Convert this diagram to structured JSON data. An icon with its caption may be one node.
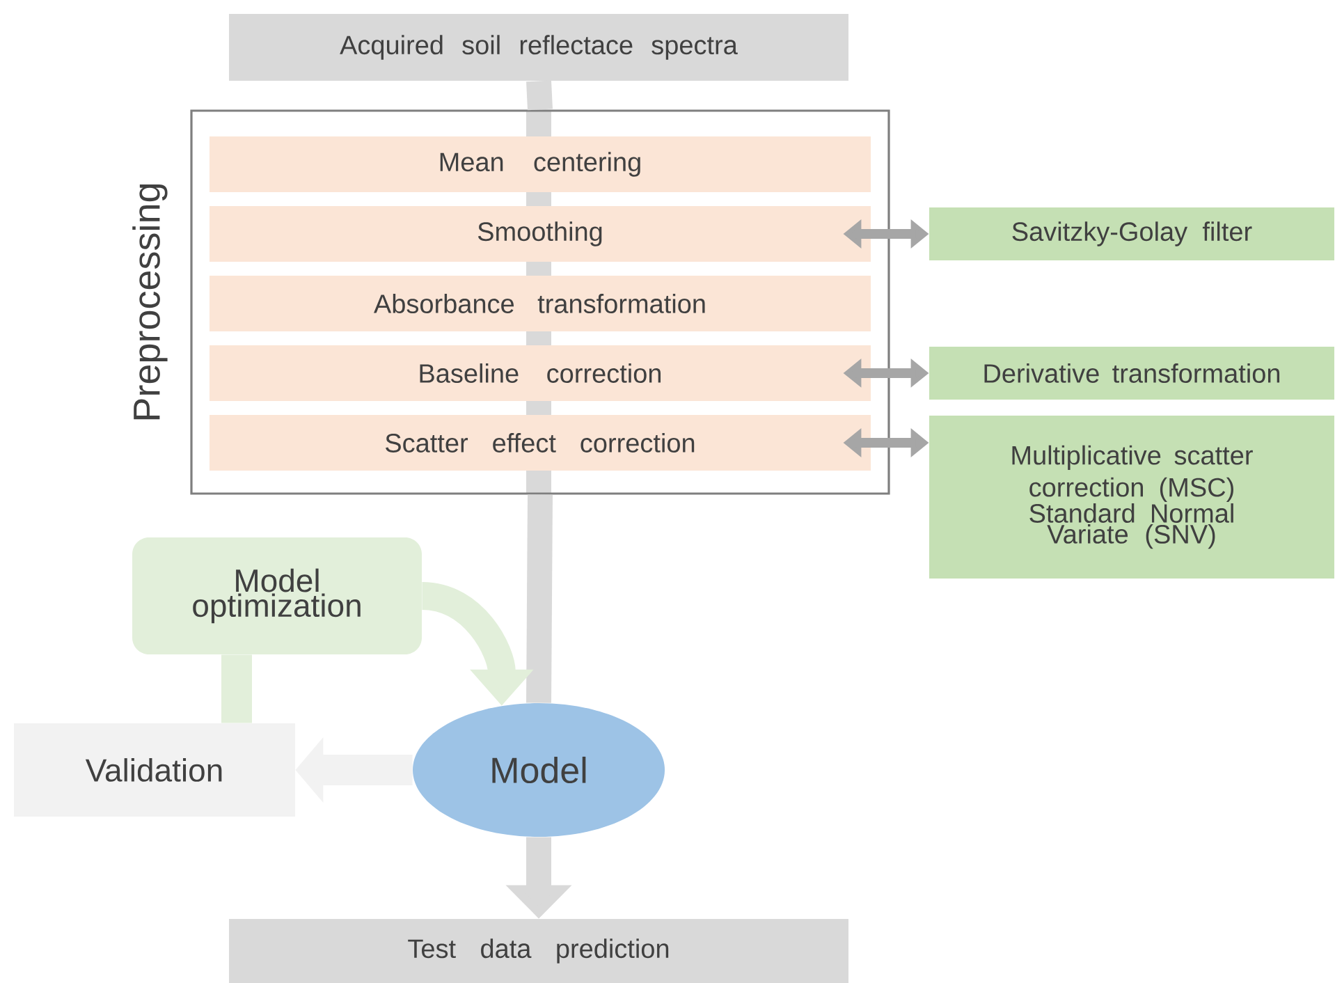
{
  "diagram": {
    "nodes": [
      {
        "text": [
          "Acquired soil reflectace spectra"
        ]
      },
      {
        "text": [
          "Preprocessing"
        ]
      },
      {
        "text": [
          "Mean centering"
        ],
        "in": 1
      },
      {
        "text": [
          "Smoothing"
        ],
        "in": 1
      },
      {
        "text": [
          "Absorbance transformation"
        ],
        "in": 1
      },
      {
        "text": [
          "Baseline correction"
        ],
        "in": 1
      },
      {
        "text": [
          "Scatter effect correction"
        ],
        "in": 1
      },
      {
        "text": [
          "Savitzky-Golay filter"
        ]
      },
      {
        "text": [
          "Derivative transformation"
        ]
      },
      {
        "text": [
          "Multiplicative scatter correction (MSC)",
          "Standard Normal Variate (SNV)"
        ]
      },
      {
        "text": [
          "Model optimization"
        ]
      },
      {
        "text": [
          "Validation"
        ]
      },
      {
        "text": [
          "Model"
        ]
      },
      {
        "text": [
          "Test data prediction"
        ]
      }
    ],
    "edges": [
      {
        "from": 0,
        "to": 1,
        "arrow": "none",
        "color": "#d9d9d9"
      },
      {
        "from": 1,
        "to": 12,
        "arrow": "none",
        "color": "#d9d9d9"
      },
      {
        "from": 12,
        "to": 13,
        "arrow": "to",
        "color": "#d9d9d9"
      },
      {
        "from": 3,
        "to": 7,
        "arrow": "both",
        "color": "#a6a6a6"
      },
      {
        "from": 5,
        "to": 8,
        "arrow": "both",
        "color": "#a6a6a6"
      },
      {
        "from": 6,
        "to": 9,
        "arrow": "both",
        "color": "#a6a6a6"
      },
      {
        "from": 10,
        "to": 12,
        "arrow": "to",
        "color": "#e2efda"
      },
      {
        "from": 11,
        "to": 10,
        "arrow": "none",
        "color": "#e2efda"
      },
      {
        "from": 12,
        "to": 11,
        "arrow": "to",
        "color": "#f2f2f2"
      }
    ]
  }
}
